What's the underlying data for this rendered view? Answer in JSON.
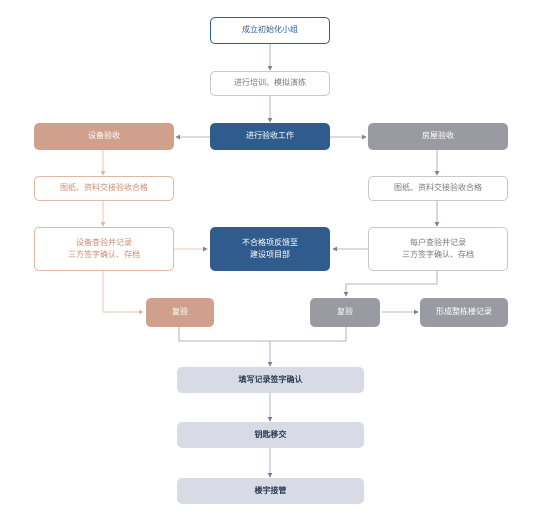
{
  "nodes": {
    "n1": "成立初始化小组",
    "n2": "进行培训、模拟演练",
    "n3": "进行验收工作",
    "n_left_top": "设备验收",
    "n_right_top": "房屋验收",
    "n_left_2": "图纸、资料交接验收合格",
    "n_right_2": "图纸、资料交接验收合格",
    "n_left_3_l1": "设备查验并记录",
    "n_left_3_l2": "三方签字确认、存档",
    "n_center_l1": "不合格项反馈至",
    "n_center_l2": "建设项目部",
    "n_right_3_l1": "每户查验并记录",
    "n_right_3_l2": "三方签字确认、存档",
    "n_left_recheck": "复验",
    "n_right_recheck": "复验",
    "n_form": "形成整栋楼记录",
    "n_fill": "填写记录签字确认",
    "n_key": "钥匙移交",
    "n_takeover": "楼宇接管"
  },
  "colors": {
    "blue": "#2f5c8c",
    "orange": "#d1a08c",
    "gray": "#9a9aa3",
    "lavender": "#d8dbe6",
    "line": "#9aa0ad"
  }
}
